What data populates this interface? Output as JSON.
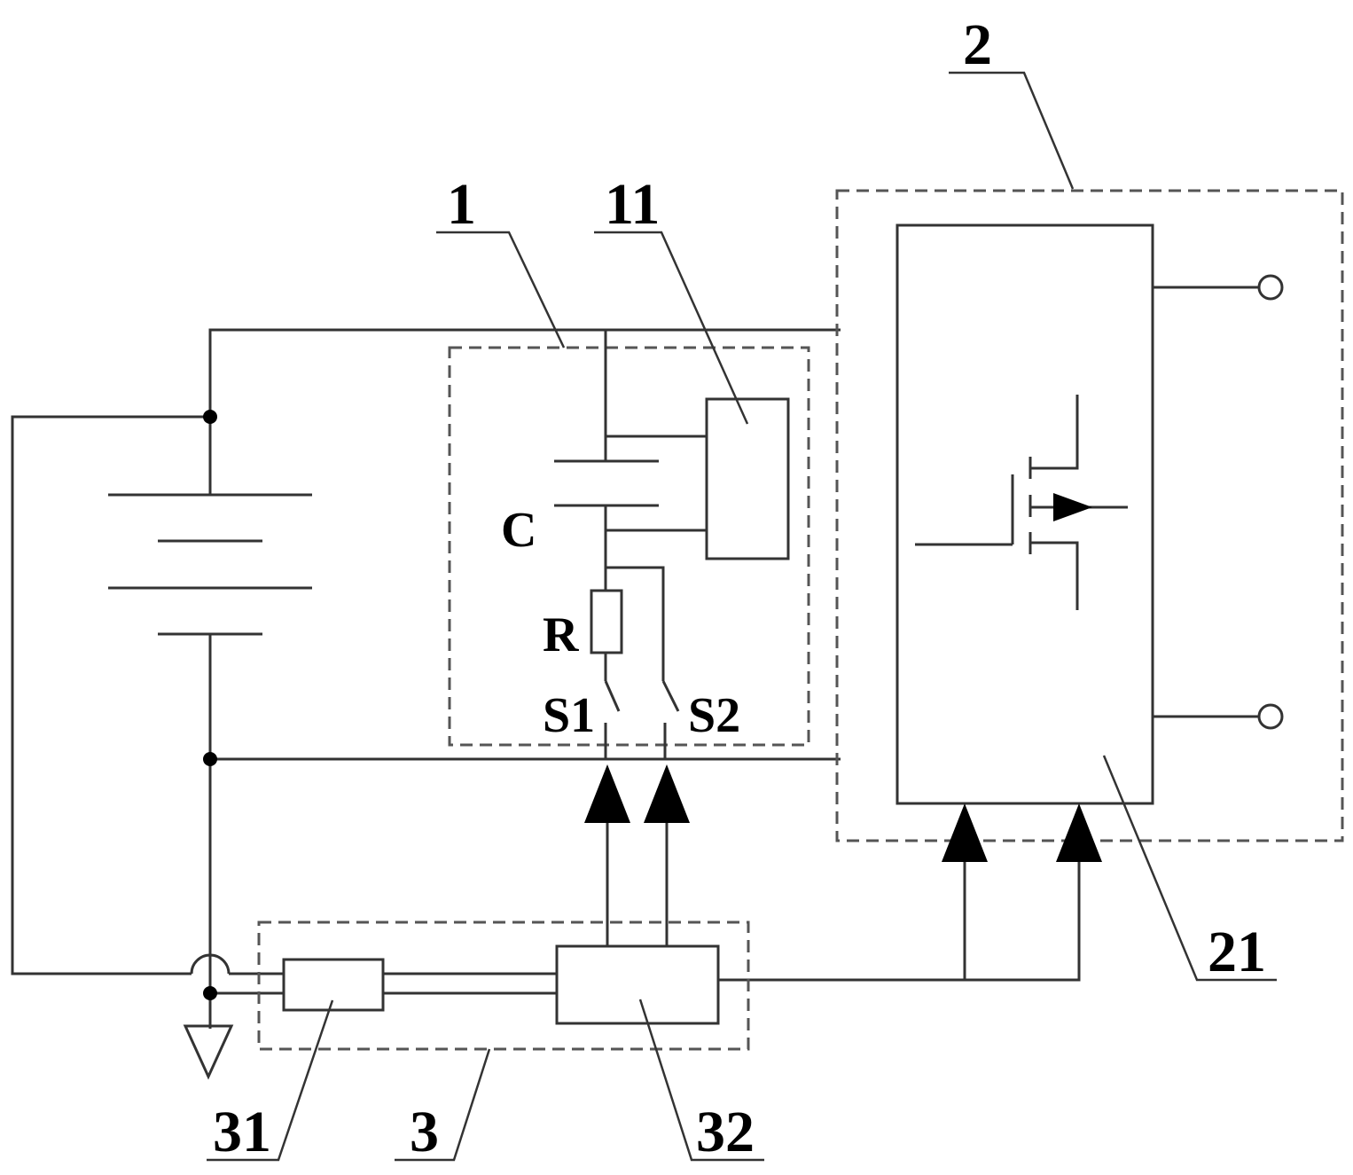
{
  "labels": {
    "ref_1": "1",
    "ref_11": "11",
    "ref_2": "2",
    "ref_21": "21",
    "ref_3": "3",
    "ref_31": "31",
    "ref_32": "32",
    "cap": "C",
    "resistor": "R",
    "switch1": "S1",
    "switch2": "S2"
  }
}
